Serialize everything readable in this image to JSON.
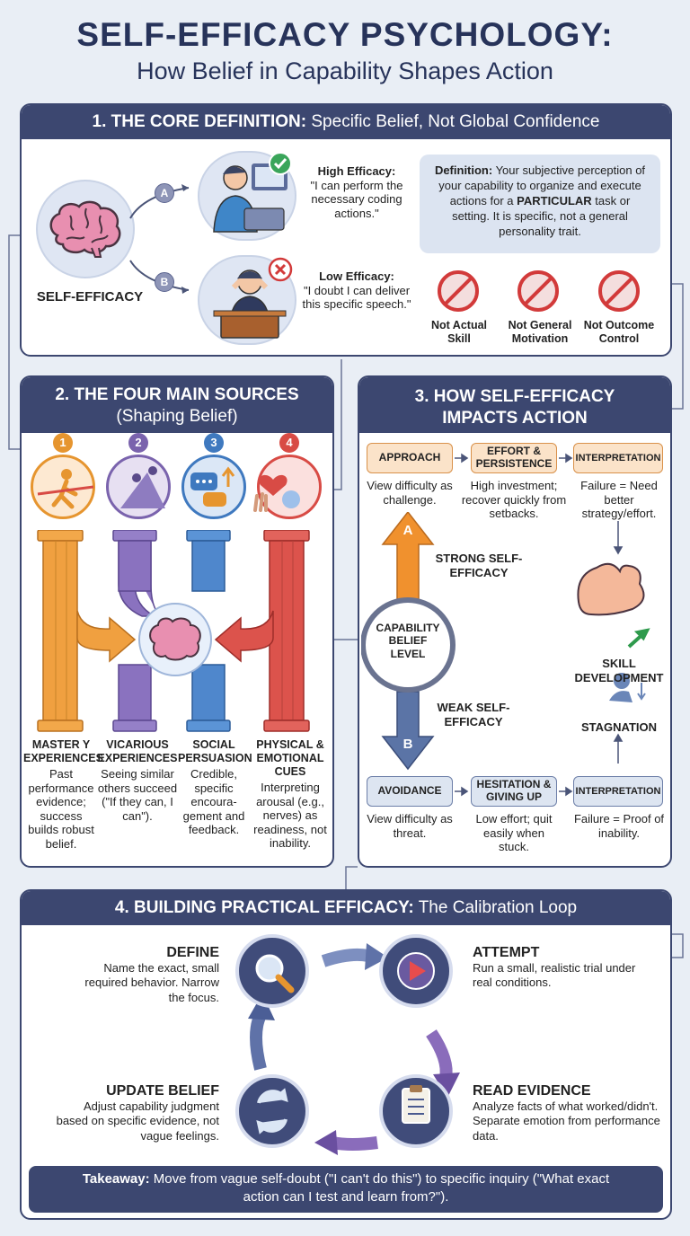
{
  "header": {
    "title": "SELF-EFFICACY PSYCHOLOGY:",
    "subtitle": "How Belief in Capability Shapes Action"
  },
  "section1": {
    "title_bold": "1. THE CORE DEFINITION:",
    "title_rest": " Specific Belief, Not Global Confidence",
    "center_label": "SELF-EFFICACY",
    "path_a": "A",
    "path_b": "B",
    "high": {
      "label": "High Efficacy:",
      "quote": "\"I can perform the necessary coding actions.\""
    },
    "low": {
      "label": "Low Efficacy:",
      "quote": "\"I doubt I can deliver this specific speech.\""
    },
    "definition": {
      "label": "Definition:",
      "text1": " Your subjective perception of your capability to organize and execute actions for a ",
      "emph": "PARTICULAR",
      "text2": " task or setting. It is specific, not a general personality trait."
    },
    "not_items": [
      "Not Actual Skill",
      "Not General Motivation",
      "Not Outcome Control"
    ]
  },
  "section2": {
    "title": "2. THE FOUR MAIN SOURCES",
    "subtitle": "(Shaping Belief)",
    "sources": [
      {
        "num": "1",
        "title": "MASTER Y EXPERIENCES",
        "desc": "Past performance evidence; success builds robust belief.",
        "color": "#e6952f"
      },
      {
        "num": "2",
        "title": "VICARIOUS EXPERIENCES",
        "desc": "Seeing similar others succeed (\"If they can, I can\").",
        "color": "#7a63ad"
      },
      {
        "num": "3",
        "title": "SOCIAL PERSUASION",
        "desc": "Credible, specific encoura-gement and feedback.",
        "color": "#3f79bf"
      },
      {
        "num": "4",
        "title": "PHYSICAL & EMOTIONAL CUES",
        "desc": "Interpreting arousal (e.g., nerves) as readiness, not inability.",
        "color": "#d84b45"
      }
    ]
  },
  "section3": {
    "title": "3. HOW SELF-EFFICACY IMPACTS ACTION",
    "strong": {
      "label": "STRONG SELF-EFFICACY",
      "marker": "A",
      "steps": [
        {
          "label": "APPROACH",
          "desc": "View difficulty as challenge."
        },
        {
          "label": "EFFORT & PERSISTENCE",
          "desc": "High investment; recover quickly from setbacks."
        },
        {
          "label": "INTERPRETATION",
          "desc": "Failure = Need better strategy/effort."
        }
      ]
    },
    "center": "CAPABILITY BELIEF LEVEL",
    "weak": {
      "label": "WEAK SELF-EFFICACY",
      "marker": "B",
      "steps": [
        {
          "label": "AVOIDANCE",
          "desc": "View difficulty as threat."
        },
        {
          "label": "HESITATION & GIVING UP",
          "desc": "Low effort; quit easily when stuck."
        },
        {
          "label": "INTERPRETATION",
          "desc": "Failure = Proof of inability."
        }
      ]
    },
    "outcome_up": "SKILL DEVELOPMENT",
    "outcome_down": "STAGNATION"
  },
  "section4": {
    "title_bold": "4. BUILDING PRACTICAL EFFICACY:",
    "title_rest": " The Calibration Loop",
    "steps": {
      "define": {
        "title": "DEFINE",
        "desc": "Name the exact, small required behavior. Narrow the focus."
      },
      "attempt": {
        "title": "ATTEMPT",
        "desc": "Run a small, realistic trial under real conditions."
      },
      "read": {
        "title": "READ EVIDENCE",
        "desc": "Analyze facts of what worked/didn't. Separate emotion from performance data."
      },
      "update": {
        "title": "UPDATE BELIEF",
        "desc": "Adjust capability judgment based on specific evidence, not vague feelings."
      }
    },
    "takeaway": {
      "label": "Takeaway:",
      "text": " Move from vague self-doubt (\"I can't do this\") to specific inquiry (\"What exact action can I test and learn from?\")."
    }
  },
  "colors": {
    "navy": "#3c4770",
    "orange": "#e6952f",
    "purple": "#7a63ad",
    "blue": "#3f79bf",
    "red": "#d84b45"
  }
}
